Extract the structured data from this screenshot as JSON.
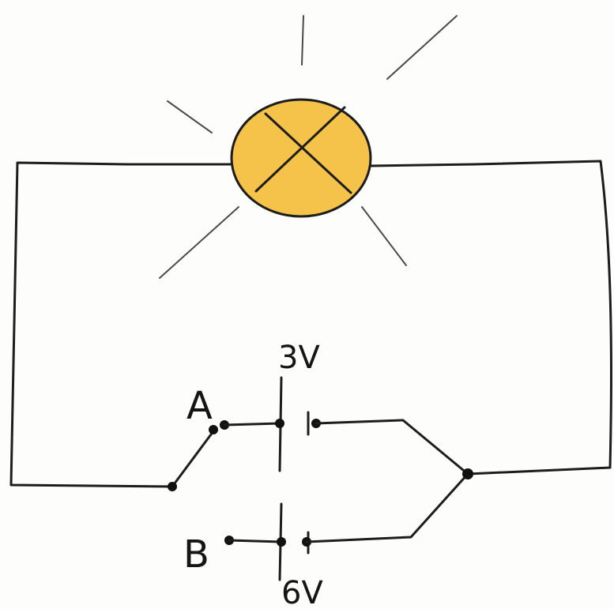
{
  "diagram": {
    "type": "circuit",
    "lamp": {
      "symbol": "lamp-cross"
    },
    "switch": {
      "terminals": [
        "A",
        "B"
      ]
    },
    "cells": [
      {
        "label": "3V"
      },
      {
        "label": "6V"
      }
    ]
  },
  "colors": {
    "lamp_fill": "#f6c34a",
    "wire": "#1d1d1d",
    "background": "#fdfdfc"
  }
}
